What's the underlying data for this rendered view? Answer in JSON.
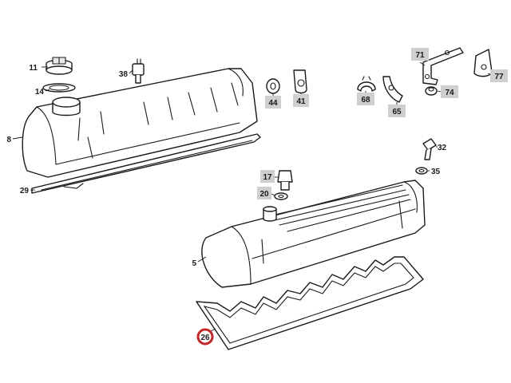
{
  "colors": {
    "line": "#1a1a1a",
    "tag_background": "#cfcfcf",
    "highlight_ring": "#c0282a"
  },
  "callouts": {
    "p11": "11",
    "p14": "14",
    "p38": "38",
    "p8": "8",
    "p29": "29",
    "p44": "44",
    "p41": "41",
    "p71": "71",
    "p77": "77",
    "p68": "68",
    "p65": "65",
    "p74": "74",
    "p32": "32",
    "p35": "35",
    "p17": "17",
    "p20": "20",
    "p5": "5",
    "p26": "26"
  }
}
